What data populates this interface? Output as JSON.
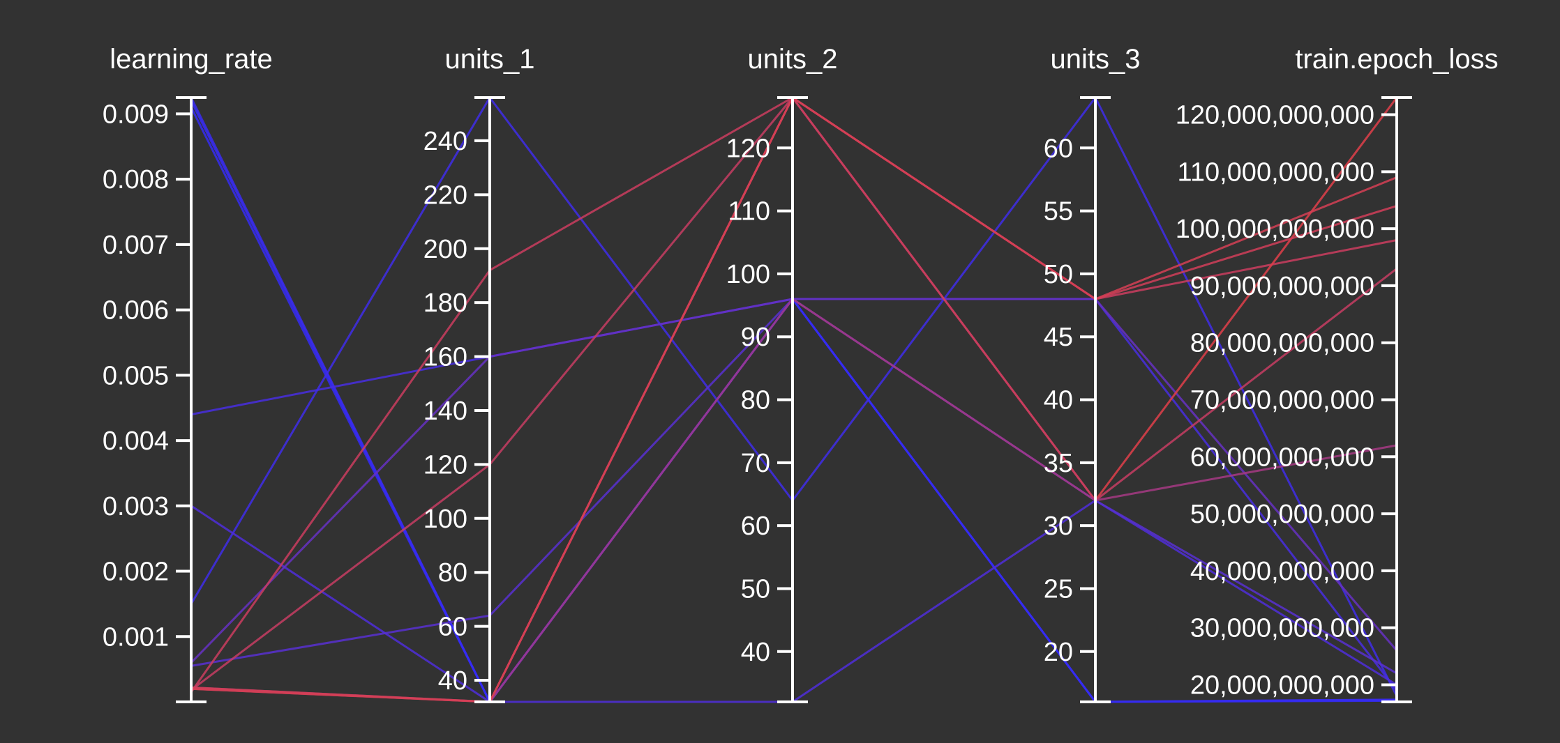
{
  "chart_data": {
    "type": "parallel_coordinates",
    "background": "#323232",
    "axes": [
      {
        "name": "learning_rate",
        "range": [
          0.0,
          0.00925
        ],
        "ticks": [
          0.001,
          0.002,
          0.003,
          0.004,
          0.005,
          0.006,
          0.007,
          0.008,
          0.009
        ],
        "tick_labels": [
          "0.001",
          "0.002",
          "0.003",
          "0.004",
          "0.005",
          "0.006",
          "0.007",
          "0.008",
          "0.009"
        ]
      },
      {
        "name": "units_1",
        "range": [
          32,
          256
        ],
        "ticks": [
          40,
          60,
          80,
          100,
          120,
          140,
          160,
          180,
          200,
          220,
          240
        ],
        "tick_labels": [
          "40",
          "60",
          "80",
          "100",
          "120",
          "140",
          "160",
          "180",
          "200",
          "220",
          "240"
        ]
      },
      {
        "name": "units_2",
        "range": [
          32,
          128
        ],
        "ticks": [
          40,
          50,
          60,
          70,
          80,
          90,
          100,
          110,
          120
        ],
        "tick_labels": [
          "40",
          "50",
          "60",
          "70",
          "80",
          "90",
          "100",
          "110",
          "120"
        ]
      },
      {
        "name": "units_3",
        "range": [
          16,
          64
        ],
        "ticks": [
          20,
          25,
          30,
          35,
          40,
          45,
          50,
          55,
          60
        ],
        "tick_labels": [
          "20",
          "25",
          "30",
          "35",
          "40",
          "45",
          "50",
          "55",
          "60"
        ]
      },
      {
        "name": "train.epoch_loss",
        "range": [
          17000000000,
          123000000000
        ],
        "ticks": [
          20000000000,
          30000000000,
          40000000000,
          50000000000,
          60000000000,
          70000000000,
          80000000000,
          90000000000,
          100000000000,
          110000000000,
          120000000000
        ],
        "tick_labels": [
          "20,000,000,000",
          "30,000,000,000",
          "40,000,000,000",
          "50,000,000,000",
          "60,000,000,000",
          "70,000,000,000",
          "80,000,000,000",
          "90,000,000,000",
          "100,000,000,000",
          "110,000,000,000",
          "120,000,000,000"
        ]
      }
    ],
    "color_low": "#2a2aff",
    "color_high": "#e0404a",
    "lines": [
      {
        "values": [
          0.0092,
          32,
          96,
          16,
          17300000000
        ]
      },
      {
        "values": [
          0.00925,
          32,
          96,
          16,
          17400000000
        ]
      },
      {
        "values": [
          0.0091,
          32,
          96,
          16,
          17200000000
        ]
      },
      {
        "values": [
          0.0044,
          160,
          96,
          48,
          19000000000
        ]
      },
      {
        "values": [
          0.0015,
          256,
          64,
          64,
          18000000000
        ]
      },
      {
        "values": [
          0.003,
          32,
          32,
          32,
          20000000000
        ]
      },
      {
        "values": [
          0.00055,
          64,
          96,
          32,
          22000000000
        ]
      },
      {
        "values": [
          0.0006,
          160,
          96,
          48,
          26000000000
        ]
      },
      {
        "values": [
          0.00015,
          192,
          128,
          48,
          98000000000
        ]
      },
      {
        "values": [
          0.0002,
          32,
          128,
          32,
          123000000000
        ]
      },
      {
        "values": [
          0.00018,
          120,
          128,
          32,
          93000000000
        ]
      },
      {
        "values": [
          0.00022,
          32,
          96,
          32,
          62000000000
        ]
      },
      {
        "values": [
          0.0002,
          32,
          128,
          48,
          104000000000
        ]
      },
      {
        "values": [
          0.00022,
          32,
          128,
          48,
          109000000000
        ]
      }
    ]
  }
}
